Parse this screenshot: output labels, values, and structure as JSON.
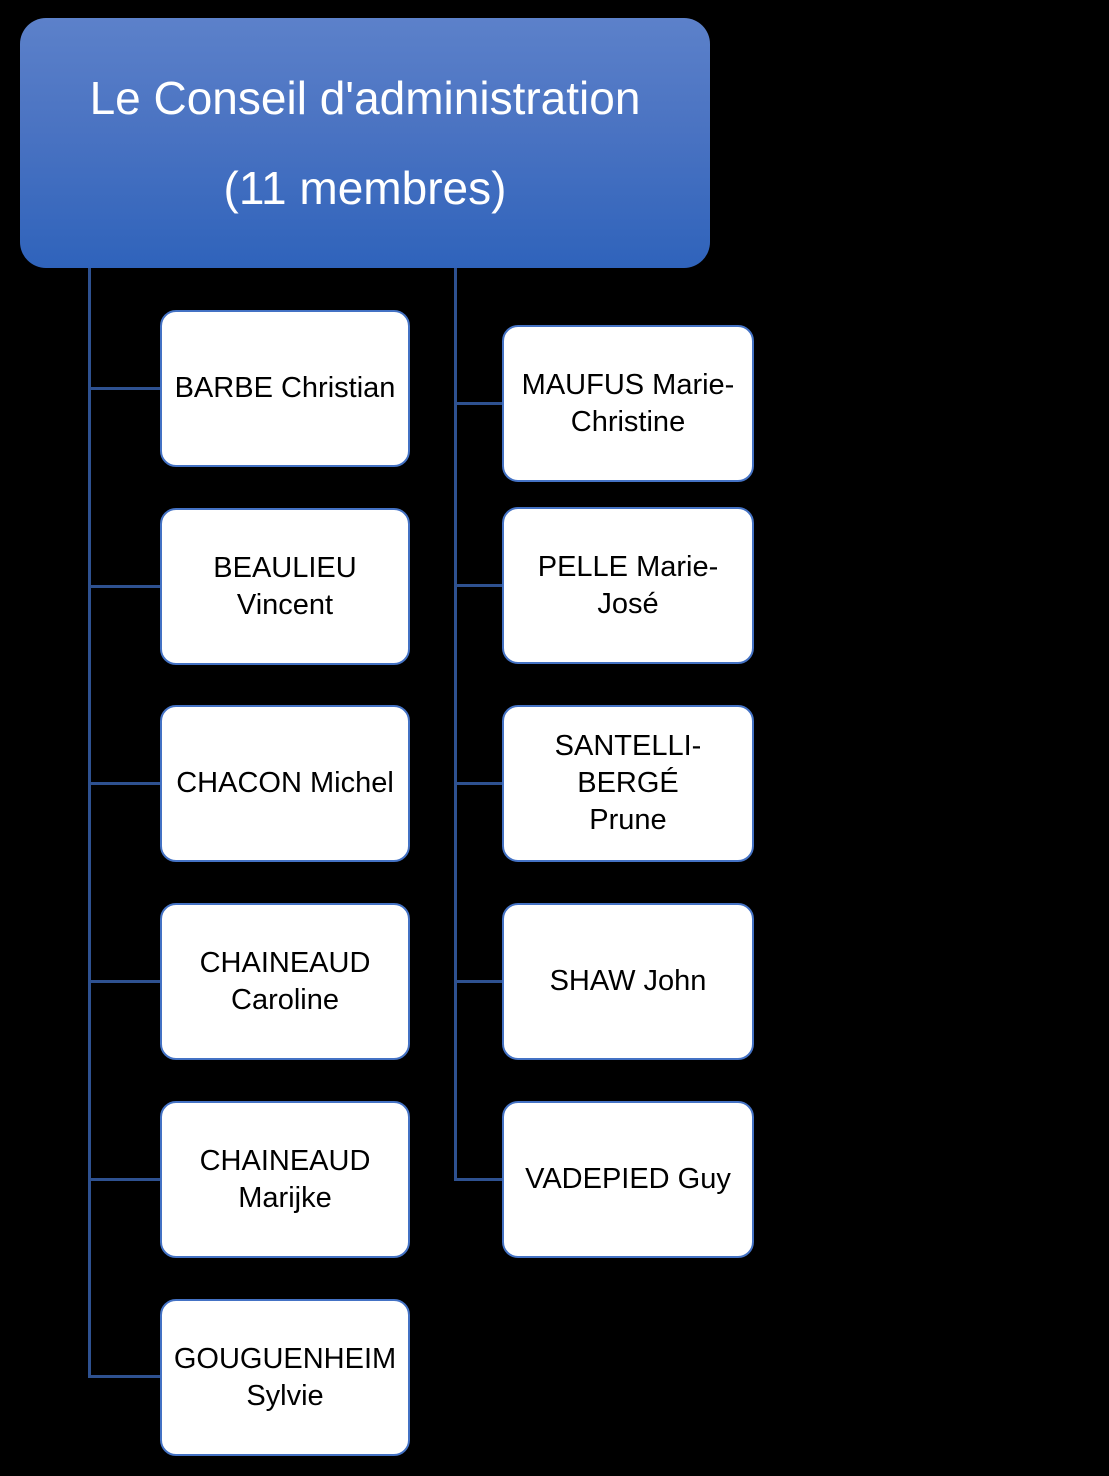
{
  "diagram": {
    "root": {
      "title_lines": [
        "Le Conseil d'administration",
        "(11 membres)"
      ],
      "member_count": 11
    },
    "left_members": [
      {
        "name": "BARBE Christian",
        "lines": [
          "BARBE Christian"
        ]
      },
      {
        "name": "BEAULIEU Vincent",
        "lines": [
          "BEAULIEU",
          "Vincent"
        ]
      },
      {
        "name": "CHACON Michel",
        "lines": [
          "CHACON Michel"
        ]
      },
      {
        "name": "CHAINEAUD Caroline",
        "lines": [
          "CHAINEAUD",
          "Caroline"
        ]
      },
      {
        "name": "CHAINEAUD Marijke",
        "lines": [
          "CHAINEAUD",
          "Marijke"
        ]
      },
      {
        "name": "GOUGUENHEIM Sylvie",
        "lines": [
          "GOUGUENHEIM",
          "Sylvie"
        ]
      }
    ],
    "right_members": [
      {
        "name": "MAUFUS Marie-Christine",
        "lines": [
          "MAUFUS Marie-",
          "Christine"
        ]
      },
      {
        "name": "PELLE Marie-José",
        "lines": [
          "PELLE Marie-José"
        ]
      },
      {
        "name": "SANTELLI-BERGÉ Prune",
        "lines": [
          "SANTELLI-BERGÉ",
          "Prune"
        ]
      },
      {
        "name": "SHAW John",
        "lines": [
          "SHAW John"
        ]
      },
      {
        "name": "VADEPIED Guy",
        "lines": [
          "VADEPIED Guy"
        ]
      }
    ],
    "colors": {
      "background": "#000000",
      "root_gradient_top": "#5C81CA",
      "root_gradient_bottom": "#2F63BB",
      "root_text": "#FFFFFF",
      "node_fill": "#FFFFFF",
      "node_border": "#4472C4",
      "node_text": "#000000",
      "connector": "#2E5190"
    }
  }
}
